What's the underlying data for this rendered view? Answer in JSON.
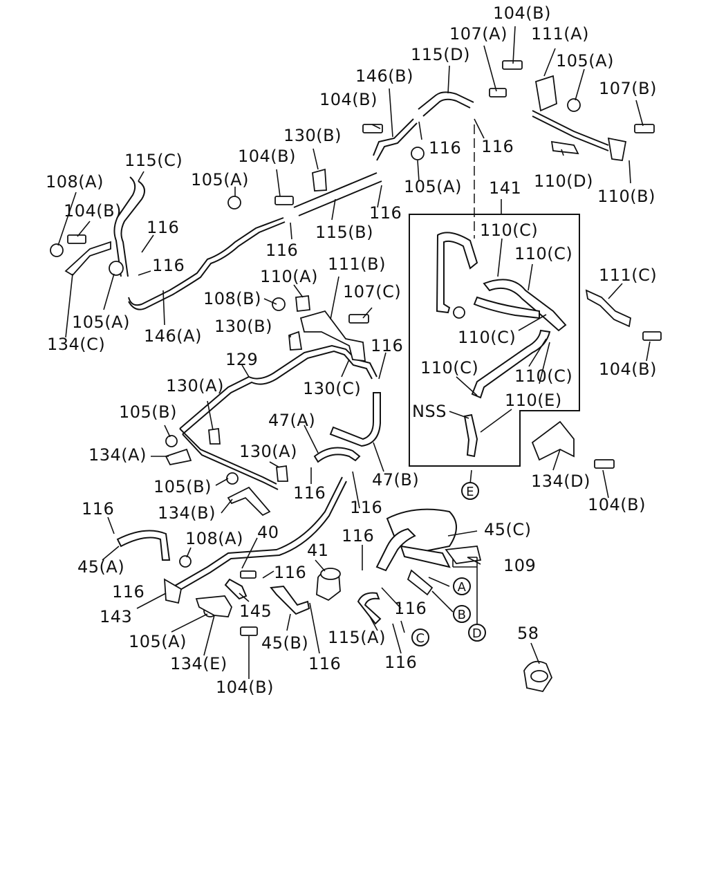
{
  "diagram": {
    "labels": {
      "l104b_1": "104(B)",
      "l107a": "107(A)",
      "l111a": "111(A)",
      "l105a_1": "105(A)",
      "l115d": "115(D)",
      "l146b": "146(B)",
      "l107b": "107(B)",
      "l104b_2": "104(B)",
      "l130b_1": "130(B)",
      "l116_1": "116",
      "l116_2": "116",
      "l110d": "110(D)",
      "l110b": "110(B)",
      "l115c": "115(C)",
      "l104b_3": "104(B)",
      "l105a_2": "105(A)",
      "l105a_3": "105(A)",
      "l141": "141",
      "l108a_1": "108(A)",
      "l104b_4": "104(B)",
      "l116_3": "116",
      "l116_4": "116",
      "l115b": "115(B)",
      "l110c_1": "110(C)",
      "l110c_2": "110(C)",
      "l116_5": "116",
      "l110a": "110(A)",
      "l111b": "111(B)",
      "l111c": "111(C)",
      "l108b": "108(B)",
      "l107c": "107(C)",
      "l105a_4": "105(A)",
      "l146a": "146(A)",
      "l134c": "134(C)",
      "l110c_3": "110(C)",
      "l130b_2": "130(B)",
      "l116_6": "116",
      "l104b_5": "104(B)",
      "l129": "129",
      "l130c": "130(C)",
      "l110c_4": "110(C)",
      "l110c_5": "110(C)",
      "l130a_1": "130(A)",
      "l105b_1": "105(B)",
      "l47a": "47(A)",
      "lnss": "NSS",
      "l110e": "110(E)",
      "l134a": "134(A)",
      "l130a_2": "130(A)",
      "l47b": "47(B)",
      "l134d": "134(D)",
      "l105b_2": "105(B)",
      "l116_7": "116",
      "l134b": "134(B)",
      "l104b_6": "104(B)",
      "l116_8": "116",
      "l116_9": "116",
      "l40": "40",
      "l45c": "45(C)",
      "l108a_2": "108(A)",
      "l116_10": "116",
      "l41": "41",
      "l45a": "45(A)",
      "l109": "109",
      "l116_11": "116",
      "l116_12": "116",
      "l145": "145",
      "l143": "143",
      "l116_13": "116",
      "l105a_5": "105(A)",
      "l45b": "45(B)",
      "l115a": "115(A)",
      "l116_14": "116",
      "l116_15": "116",
      "l134e": "134(E)",
      "l104b_7": "104(B)",
      "l58": "58"
    },
    "refs": {
      "a1": "A",
      "b1": "B",
      "c1": "C",
      "d1": "D",
      "e1": "E"
    }
  }
}
